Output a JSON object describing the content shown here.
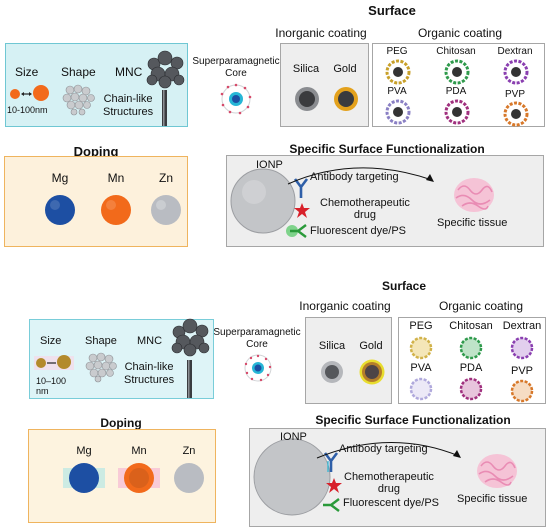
{
  "panels": [
    {
      "surface": {
        "title": "Surface"
      },
      "inorganic": {
        "title": "Inorganic coating",
        "items": [
          "Silica",
          "Gold"
        ]
      },
      "organic": {
        "title": "Organic coating",
        "items": [
          "PEG",
          "Chitosan",
          "Dextran",
          "PVA",
          "PDA",
          "PVP"
        ]
      },
      "size": {
        "label": "Size",
        "range": "10-100nm"
      },
      "shape": {
        "label": "Shape",
        "structures": "Chain-like\nStructures"
      },
      "mnc": {
        "label": "MNC"
      },
      "core": {
        "label": "Superparamagnetic\nCore"
      },
      "doping": {
        "title": "Doping",
        "items": [
          "Mg",
          "Mn",
          "Zn"
        ]
      },
      "functionalization": {
        "title": "Specific Surface Functionalization",
        "ionp": "IONP",
        "antibody": "Antibody targeting",
        "chemo": "Chemotherapeutic\ndrug",
        "dye": "Fluorescent dye/PS",
        "tissue": "Specific tissue"
      }
    },
    {
      "surface": {
        "title": "Surface"
      },
      "inorganic": {
        "title": "Inorganic coating",
        "items": [
          "Silica",
          "Gold"
        ]
      },
      "organic": {
        "title": "Organic coating",
        "items": [
          "PEG",
          "Chitosan",
          "Dextran",
          "PVA",
          "PDA",
          "PVP"
        ]
      },
      "size": {
        "label": "Size",
        "range": "10–100\nnm"
      },
      "shape": {
        "label": "Shape",
        "structures": "Chain-like\nStructures"
      },
      "mnc": {
        "label": "MNC"
      },
      "core": {
        "label": "Superparamagnetic\nCore"
      },
      "doping": {
        "title": "Doping",
        "items": [
          "Mg",
          "Mn",
          "Zn"
        ]
      },
      "functionalization": {
        "title": "Specific Surface Functionalization",
        "ionp": "IONP",
        "antibody": "Antibody targeting",
        "chemo": "Chemotherapeutic\ndrug",
        "dye": "Fluorescent dye/PS",
        "tissue": "Specific tissue"
      }
    }
  ],
  "colors": {
    "mg": "#1d4fa3",
    "mn": "#f26a1b",
    "zn": "#b9bcc2",
    "silica": "#8a8c90",
    "gold": "#e3a11c",
    "peg": "#c8a02a",
    "chitosan": "#2f9a4c",
    "dextran": "#8a3fb0",
    "pva": "#8a80c4",
    "pda": "#a0307e",
    "pvp": "#d7782a",
    "antibody": "#2f5fa8",
    "drug": "#d8202a",
    "dye": "#36c24a",
    "tissue": "#e98cb4"
  }
}
